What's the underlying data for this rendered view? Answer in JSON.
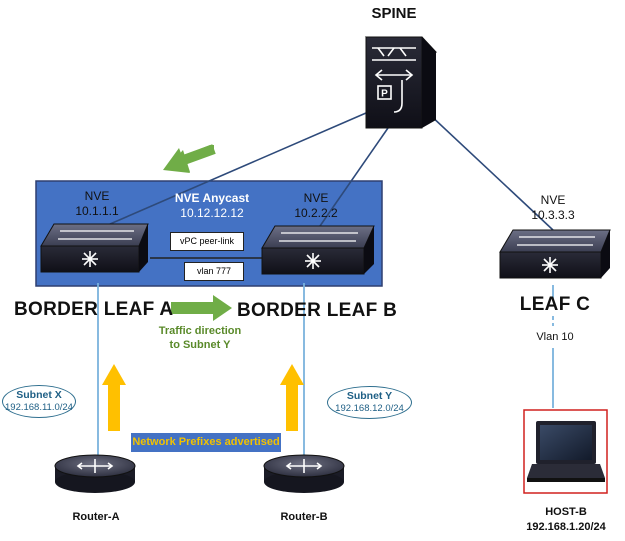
{
  "spine": {
    "label": "SPINE"
  },
  "nve_a": {
    "line1": "NVE",
    "line2": "10.1.1.1"
  },
  "nve_anycast": {
    "line1": "NVE Anycast",
    "line2": "10.12.12.12"
  },
  "nve_b": {
    "line1": "NVE",
    "line2": "10.2.2.2"
  },
  "nve_c": {
    "line1": "NVE",
    "line2": "10.3.3.3"
  },
  "peer_link": "vPC peer-link",
  "vlan_777": "vlan 777",
  "border_leaf_a": "BORDER LEAF A",
  "border_leaf_b": "BORDER LEAF B",
  "leaf_c": "LEAF C",
  "traffic": {
    "line1": "Traffic direction",
    "line2": "to Subnet Y"
  },
  "vlan_10": "Vlan 10",
  "subnet_x": {
    "name": "Subnet X",
    "prefix": "192.168.11.0/24"
  },
  "subnet_y": {
    "name": "Subnet Y",
    "prefix": "192.168.12.0/24"
  },
  "banner": "Network Prefixes advertised",
  "router_a": "Router-A",
  "router_b": "Router-B",
  "host_b": {
    "name": "HOST-B",
    "ip": "192.168.1.20/24"
  },
  "colors": {
    "vpc_domain": "#4472c4",
    "links": "#2e4a7a",
    "green_arrow": "#70ad47",
    "yellow_arrow": "#ffc000",
    "host_frame": "#d0201e",
    "device": "#1b1b26"
  }
}
